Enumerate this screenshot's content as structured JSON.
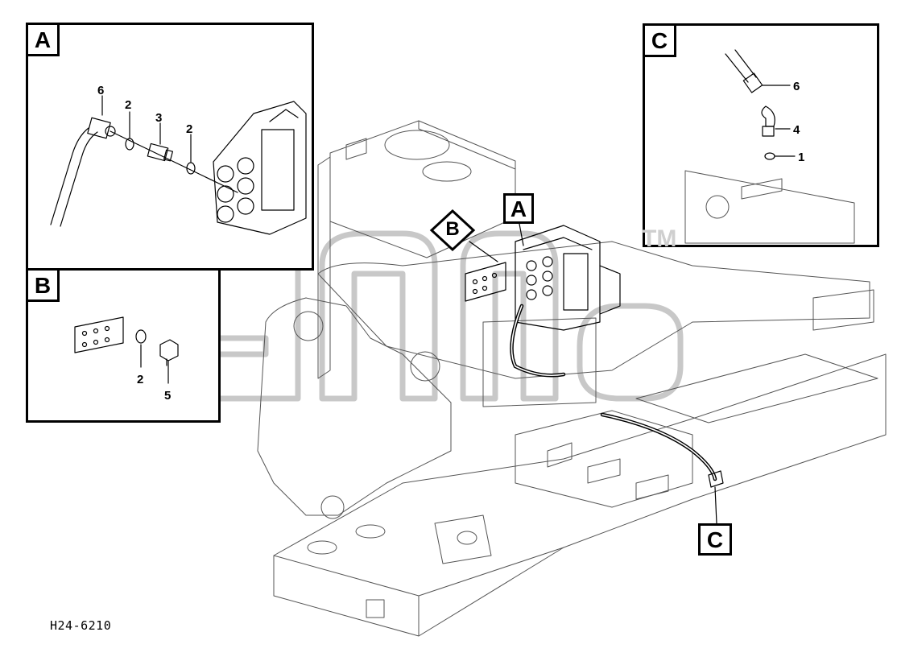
{
  "drawing_code": "H24-6210",
  "trademark": "TM",
  "callouts": {
    "A": "A",
    "B": "B",
    "C": "C"
  },
  "inset_a": {
    "label": "A",
    "part_numbers": [
      "6",
      "2",
      "3",
      "2"
    ]
  },
  "inset_b": {
    "label": "B",
    "part_numbers": [
      "2",
      "5"
    ]
  },
  "inset_c": {
    "label": "C",
    "part_numbers": [
      "6",
      "4",
      "1"
    ]
  },
  "colors": {
    "line": "#000000",
    "watermark": "#c8c8c8",
    "background": "#ffffff"
  }
}
